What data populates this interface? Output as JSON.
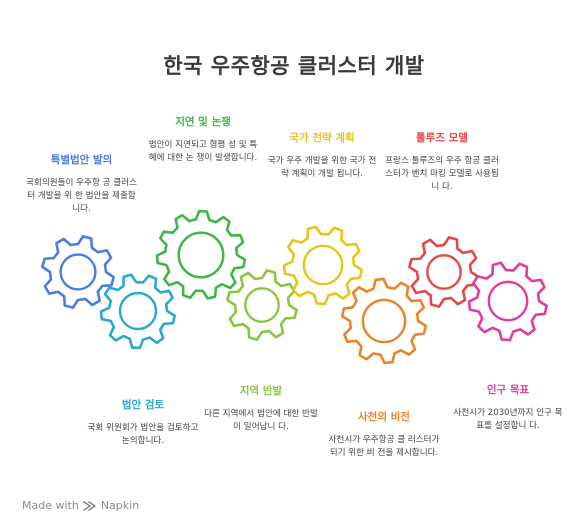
{
  "title": "한국 우주항공 클러스터 개발",
  "steps": [
    {
      "id": "s1",
      "heading": "특별법안 발의",
      "text": "국회의원들이 우주항 공 클러스터 개발을 위 한 법안을 제출합니다.",
      "color": "#4a7de0"
    },
    {
      "id": "s2",
      "heading": "법안 검토",
      "text": "국회 위원회가 법안을 검토하고 논의합니다.",
      "color": "#2aa8cf"
    },
    {
      "id": "s3",
      "heading": "지연 및 논쟁",
      "text": "법안이 지연되고 형평 성 및 특혜에 대한 논 쟁이 발생합니다.",
      "color": "#3fb548"
    },
    {
      "id": "s4",
      "heading": "지역 반발",
      "text": "다른 지역에서 법안에 대한 반발이 일어납니 다.",
      "color": "#8cc63f"
    },
    {
      "id": "s5",
      "heading": "국가 전략 계획",
      "text": "국가 우주 개발을 위한 국가 전략 계획이 개발 됩니다.",
      "color": "#e8c51b"
    },
    {
      "id": "s6",
      "heading": "사천의 비전",
      "text": "사천시가 우주항공 클 러스터가 되기 위한 비 전을 제시합니다.",
      "color": "#e8852a"
    },
    {
      "id": "s7",
      "heading": "툴루즈 모델",
      "text": "프랑스 툴루즈의 우주 항공 클러스터가 벤치 마킹 모델로 사용됩니 다.",
      "color": "#e54848"
    },
    {
      "id": "s8",
      "heading": "인구 목표",
      "text": "사천시가 2030년까지 인구 목표를 설정합니 다.",
      "color": "#e03d9a"
    }
  ],
  "footer": {
    "label": "Made with",
    "brand": "Napkin"
  }
}
